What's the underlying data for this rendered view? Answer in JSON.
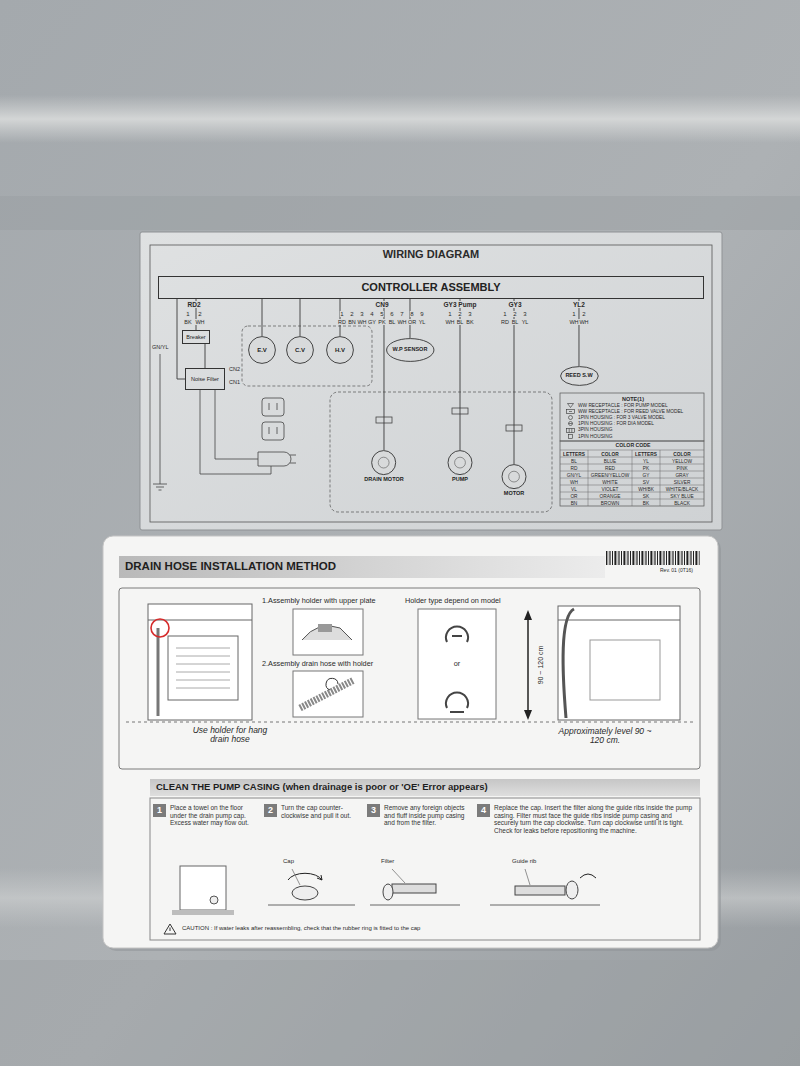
{
  "diagram": {
    "nodes": [
      {
        "text": [
          "WIRING DIAGRAM"
        ]
      },
      {
        "text": [
          "CONTROLLER ASSEMBLY"
        ],
        "in": 0
      },
      {
        "text": [
          "Breaker"
        ],
        "in": 0
      },
      {
        "text": [
          "Noise Filter"
        ],
        "in": 0
      },
      {
        "text": [
          "E.V"
        ],
        "in": 0
      },
      {
        "text": [
          "C.V"
        ],
        "in": 0
      },
      {
        "text": [
          "H.V"
        ],
        "in": 0
      },
      {
        "text": [
          "W.P SENSOR"
        ],
        "in": 0
      },
      {
        "text": [
          "DRAIN MOTOR"
        ],
        "in": 0
      },
      {
        "text": [
          "PUMP"
        ],
        "in": 0
      },
      {
        "text": [
          "MOTOR"
        ],
        "in": 0
      },
      {
        "text": [
          "REED S.W"
        ],
        "in": 0
      },
      {
        "text": [
          "DRAIN HOSE INSTALLATION METHOD"
        ]
      },
      {
        "text": [
          "CLEAN THE PUMP CASING (when drainage is poor or 'OE' Error appears)"
        ],
        "in": 12
      },
      {
        "text": [
          "1",
          "Place a towel on the floor under the drain pump cap. Excess water may flow out."
        ],
        "in": 12
      },
      {
        "text": [
          "2",
          "Turn the cap counter-clockwise and pull it out."
        ],
        "in": 12
      },
      {
        "text": [
          "3",
          "Remove any foreign objects and fluff inside pump casing and from the filter."
        ],
        "in": 12
      },
      {
        "text": [
          "4",
          "Replace the cap. Insert the filter along the guide ribs inside the pump casing. Filter must face the guide ribs inside pump casing and securely turn the cap clockwise. Turn cap clockwise until it is tight. Check for leaks before repositioning the machine."
        ],
        "in": 12
      }
    ],
    "edges": [
      {
        "from": 1,
        "to": 2,
        "arrow": "none"
      },
      {
        "from": 2,
        "to": 3,
        "arrow": "none"
      },
      {
        "from": 1,
        "to": 3,
        "arrow": "none"
      },
      {
        "from": 1,
        "to": 4,
        "arrow": "none"
      },
      {
        "from": 1,
        "to": 5,
        "arrow": "none"
      },
      {
        "from": 1,
        "to": 6,
        "arrow": "none"
      },
      {
        "from": 1,
        "to": 7,
        "arrow": "none"
      },
      {
        "from": 1,
        "to": 8,
        "arrow": "none"
      },
      {
        "from": 1,
        "to": 9,
        "arrow": "none"
      },
      {
        "from": 1,
        "to": 10,
        "arrow": "none"
      },
      {
        "from": 1,
        "to": 11,
        "arrow": "none"
      }
    ],
    "labels": [
      "RD2",
      "CN9",
      "GY3 Pump",
      "GY3",
      "YL2",
      "1",
      "2",
      "1",
      "2",
      "3",
      "4",
      "5",
      "6",
      "7",
      "8",
      "9",
      "1",
      "2",
      "3",
      "1",
      "2",
      "3",
      "1",
      "2",
      "BK",
      "WH",
      "RD",
      "BN",
      "WH",
      "GY",
      "PK",
      "BL",
      "WH",
      "OR",
      "YL",
      "WH",
      "BL",
      "BK",
      "RD",
      "BL",
      "YL",
      "WH",
      "WH",
      "CN2",
      "CN1",
      "GN/YL",
      "NOTE(1)",
      "COLOR CODE",
      "LETTERS",
      "COLOR",
      "LETTERS",
      "COLOR",
      "BL",
      "BLUE",
      "YL",
      "YELLOW",
      "RD",
      "RED",
      "PK",
      "PINK",
      "GN/YL",
      "GREEN/YELLOW",
      "GY",
      "GRAY",
      "WH",
      "WHITE",
      "SV",
      "SILVER",
      "VL",
      "VIOLET",
      "WH/BK",
      "WHITE/BLACK",
      "OR",
      "ORANGE",
      "SK",
      "SKY BLUE",
      "BN",
      "BROWN",
      "BK",
      "BLACK",
      "Rev. 01 (0T16)",
      "1.Assembly holder with upper plate",
      "2.Assembly drain hose with holder",
      "Holder type depend on model",
      "or",
      "90 ~ 120 cm",
      "Use holder for hang drain hose",
      "Approximately level 90 ~ 120 cm.",
      "Cap",
      "Filter",
      "Guide rib",
      "CAUTION : If water leaks after reassembling, check that the rubber ring is fitted to the cap"
    ],
    "legend": [
      {
        "text": "WW RECEPTACLE : FOR PUMP MODEL"
      },
      {
        "text": "WW RECEPTACLE : FOR REED VALVE MODEL"
      },
      {
        "text": "1PIN HOUSING : FOR 3 VALVE MODEL"
      },
      {
        "text": "1PIN HOUSING : FOR DIA MODEL"
      },
      {
        "text": "3PIN HOUSING"
      },
      {
        "text": "1PIN HOUSING"
      }
    ]
  }
}
